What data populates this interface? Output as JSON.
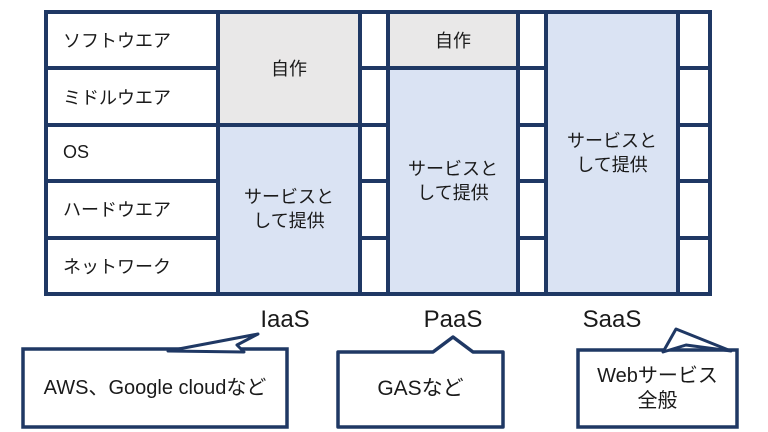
{
  "diagram": {
    "stack_layers": [
      "ソフトウエア",
      "ミドルウエア",
      "OS",
      "ハードウエア",
      "ネットワーク"
    ],
    "models": [
      {
        "name": "IaaS",
        "self_made_label": "自作",
        "service_label": "サービスと\nして提供",
        "example": "AWS、Google cloudなど"
      },
      {
        "name": "PaaS",
        "self_made_label": "自作",
        "service_label": "サービスと\nして提供",
        "example": "GASなど"
      },
      {
        "name": "SaaS",
        "service_label": "サービスと\nして提供",
        "example": "Webサービス\n全般"
      }
    ],
    "colors": {
      "outline_navy": "#1f3864",
      "self_made_fill": "#e9e8e8",
      "service_fill": "#dae3f3",
      "text": "#1a1a1a",
      "background": "#ffffff"
    }
  }
}
